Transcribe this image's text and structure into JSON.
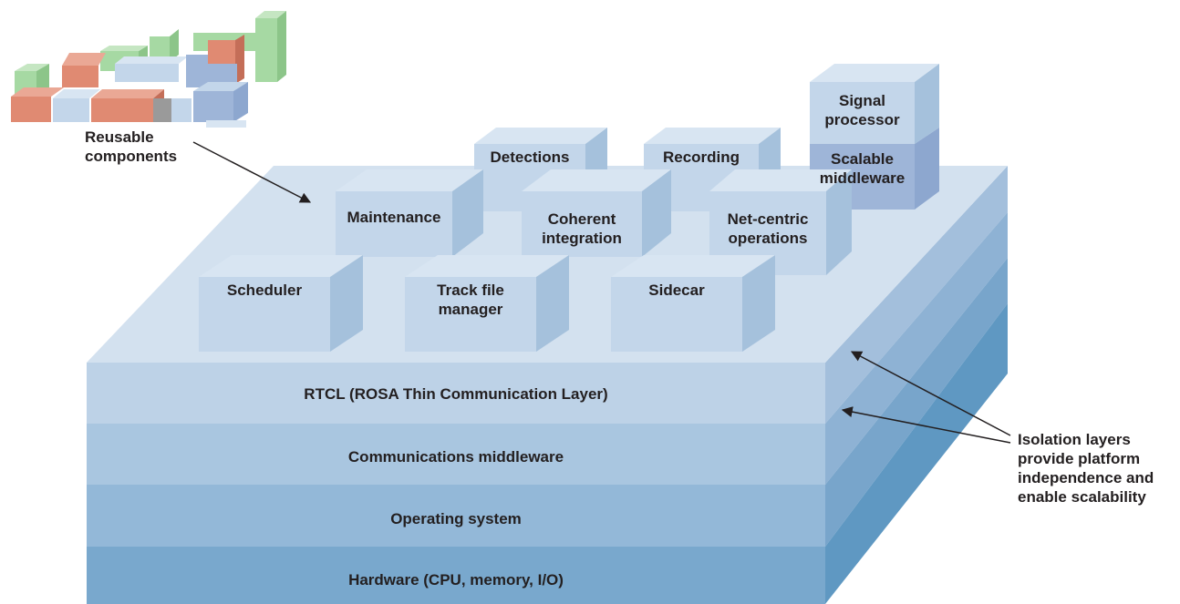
{
  "layers": [
    {
      "label": "RTCL (ROSA Thin Communication Layer)",
      "color": "#bdd2e7"
    },
    {
      "label": "Communications middleware",
      "color": "#a9c6e0"
    },
    {
      "label": "Operating system",
      "color": "#93b8d8"
    },
    {
      "label": "Hardware (CPU, memory, I/O)",
      "color": "#79a8cd"
    }
  ],
  "components": {
    "scheduler": "Scheduler",
    "track_file_manager_1": "Track file",
    "track_file_manager_2": "manager",
    "sidecar": "Sidecar",
    "maintenance": "Maintenance",
    "coherent_integration_1": "Coherent",
    "coherent_integration_2": "integration",
    "net_centric_1": "Net-centric",
    "net_centric_2": "operations",
    "detections": "Detections",
    "recording": "Recording",
    "signal_processor_1": "Signal",
    "signal_processor_2": "processor",
    "scalable_middleware_1": "Scalable",
    "scalable_middleware_2": "middleware"
  },
  "callouts": {
    "reusable_1": "Reusable",
    "reusable_2": "components",
    "isolation_1": "Isolation layers",
    "isolation_2": "provide platform",
    "isolation_3": "independence and",
    "isolation_4": "enable scalability"
  },
  "colors": {
    "box_front": "#c3d6ea",
    "box_side": "#a5c1dc",
    "box_top": "#d8e5f2",
    "middleware": "#9eb5d8",
    "deck_top": "#d3e1ef",
    "component_red": "#e08a72",
    "component_green": "#a6d9a3",
    "component_gray": "#9a9a9a"
  }
}
